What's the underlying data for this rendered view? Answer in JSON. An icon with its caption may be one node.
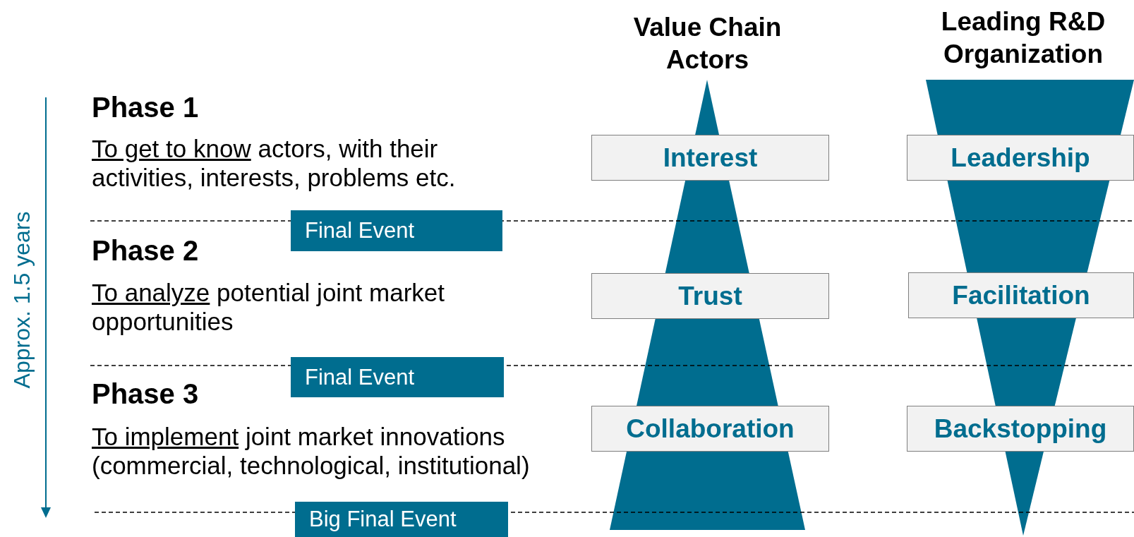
{
  "diagram": {
    "nodes": [
      {
        "text": [
          "Value Chain Actors"
        ]
      },
      {
        "text": [
          "Leading R&D Organization"
        ]
      },
      {
        "text": [
          "Interest"
        ]
      },
      {
        "text": [
          "Leadership"
        ]
      },
      {
        "text": [
          "Final Event"
        ]
      },
      {
        "text": [
          "Trust"
        ]
      },
      {
        "text": [
          "Facilitation"
        ]
      },
      {
        "text": [
          "Final Event"
        ]
      },
      {
        "text": [
          "Collaboration"
        ]
      },
      {
        "text": [
          "Backstopping"
        ]
      },
      {
        "text": [
          "Big Final Event"
        ]
      }
    ],
    "labels": [
      "Approx. 1.5 years",
      "Phase 1",
      "To get to know",
      "actors, with their activities, interests, problems etc.",
      "Phase 2",
      "To analyze",
      "potential joint market opportunities",
      "Phase 3",
      "To implement",
      "joint market innovations (commercial, technological, institutional)"
    ]
  }
}
